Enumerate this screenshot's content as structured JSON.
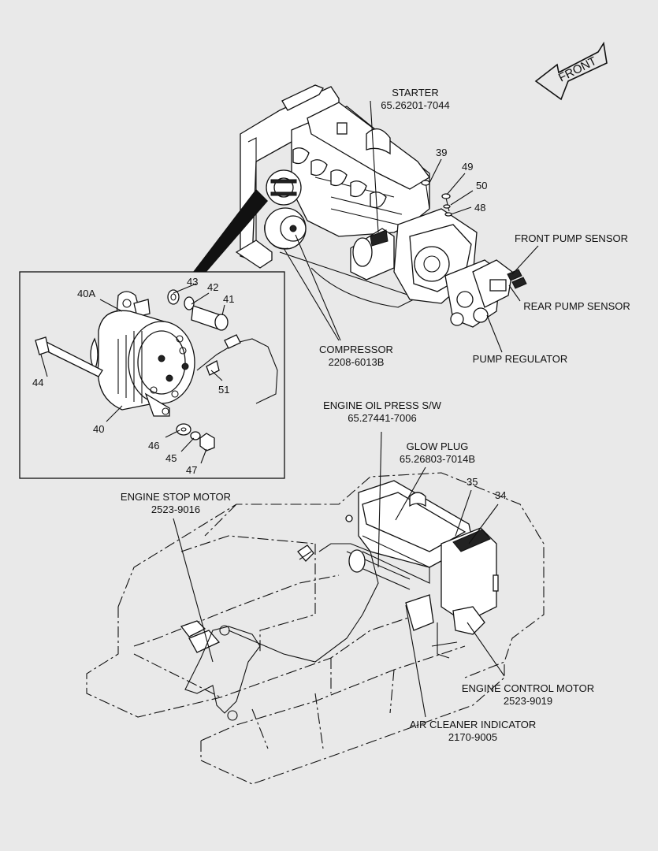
{
  "front_arrow": {
    "label": "FRONT"
  },
  "labels": {
    "starter": {
      "name": "STARTER",
      "part": "65.26201-7044"
    },
    "compressor": {
      "name": "COMPRESSOR",
      "part": "2208-6013B"
    },
    "front_pump_sensor": {
      "name": "FRONT PUMP SENSOR"
    },
    "rear_pump_sensor": {
      "name": "REAR PUMP SENSOR"
    },
    "pump_regulator": {
      "name": "PUMP REGULATOR"
    },
    "engine_oil_press": {
      "name": "ENGINE OIL PRESS S/W",
      "part": "65.27441-7006"
    },
    "glow_plug": {
      "name": "GLOW PLUG",
      "part": "65.26803-7014B"
    },
    "engine_stop_motor": {
      "name": "ENGINE STOP MOTOR",
      "part": "2523-9016"
    },
    "engine_control_motor": {
      "name": "ENGINE CONTROL MOTOR",
      "part": "2523-9019"
    },
    "air_cleaner_indicator": {
      "name": "AIR CLEANER INDICATOR",
      "part": "2170-9005"
    }
  },
  "callouts": {
    "n39": "39",
    "n49": "49",
    "n50": "50",
    "n48": "48",
    "n40A": "40A",
    "n43": "43",
    "n42": "42",
    "n41": "41",
    "n44": "44",
    "n40": "40",
    "n51": "51",
    "n46": "46",
    "n45": "45",
    "n47": "47",
    "n35": "35",
    "n34": "34"
  }
}
